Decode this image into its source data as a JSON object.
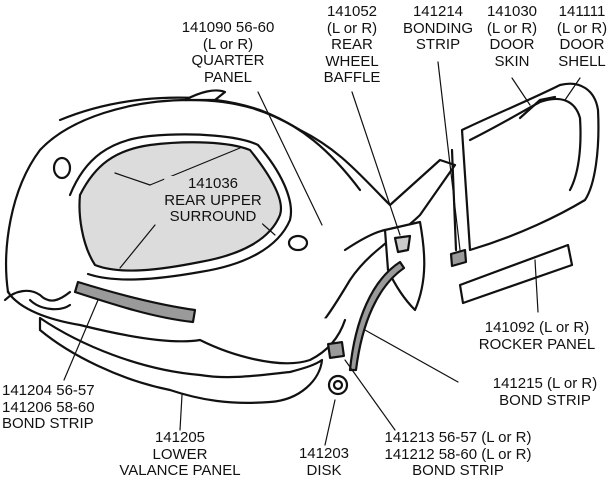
{
  "labels": {
    "quarter_panel": {
      "lines": [
        "141090   56-60",
        "(L or R)",
        "QUARTER",
        "PANEL"
      ]
    },
    "wheel_baffle": {
      "lines": [
        "141052",
        "(L or R)",
        "REAR",
        "WHEEL",
        "BAFFLE"
      ]
    },
    "bonding_strip": {
      "lines": [
        "141214",
        "BONDING",
        "STRIP"
      ]
    },
    "door_skin": {
      "lines": [
        "141030",
        "(L or R)",
        "DOOR",
        "SKIN"
      ]
    },
    "door_shell": {
      "lines": [
        "141111",
        "(L or R)",
        "DOOR",
        "SHELL"
      ]
    },
    "upper_surround": {
      "lines": [
        "141036",
        "REAR UPPER",
        "SURROUND"
      ]
    },
    "rocker_panel": {
      "lines": [
        "141092 (L or R)",
        "ROCKER PANEL"
      ]
    },
    "bond_strip_141215": {
      "lines": [
        "141215 (L or R)",
        "BOND STRIP"
      ]
    },
    "bond_strip_141204": {
      "lines": [
        "141204  56-57",
        "141206  58-60",
        "BOND STRIP"
      ]
    },
    "lower_valance": {
      "lines": [
        "141205",
        "LOWER",
        "VALANCE PANEL"
      ]
    },
    "disk": {
      "lines": [
        "141203",
        "DISK"
      ]
    },
    "bond_strip_141213": {
      "lines": [
        "141213  56-57 (L or R)",
        "141212  58-60 (L or R)",
        "BOND STRIP"
      ]
    }
  },
  "colors": {
    "line": "#111111",
    "part_fill": "#ffffff",
    "glass": "#dcdcdc",
    "strip": "#9a9a9a"
  }
}
